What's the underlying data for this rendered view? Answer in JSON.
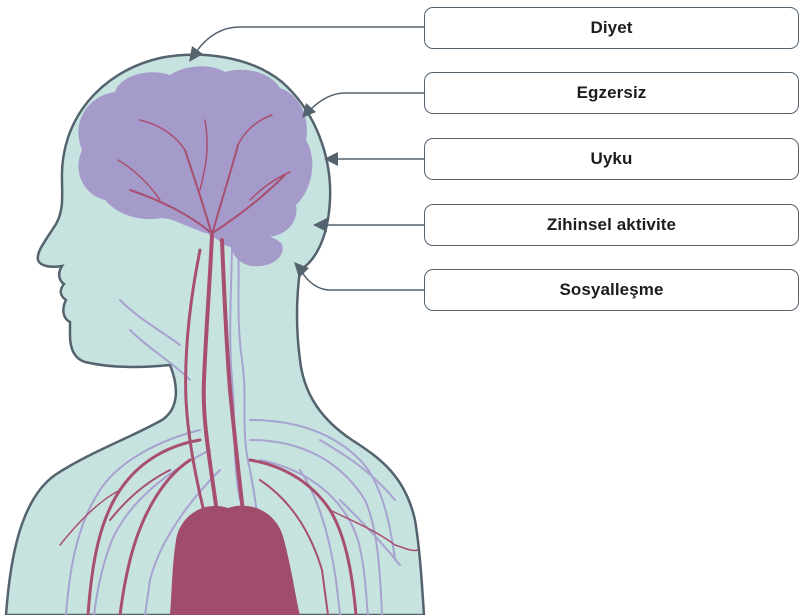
{
  "factors": [
    {
      "label": "Diyet"
    },
    {
      "label": "Egzersiz"
    },
    {
      "label": "Uyku"
    },
    {
      "label": "Zihinsel aktivite"
    },
    {
      "label": "Sosyalleşme"
    }
  ],
  "colors": {
    "body_fill": "#c6e3e0",
    "body_outline": "#55636f",
    "brain": "#a59bcb",
    "arteries": "#a84f70",
    "veins": "#a7a2d0",
    "heart": "#a14c6c",
    "connector": "#55636f",
    "box_border": "#55636f",
    "label_text": "#1d1d1b"
  }
}
